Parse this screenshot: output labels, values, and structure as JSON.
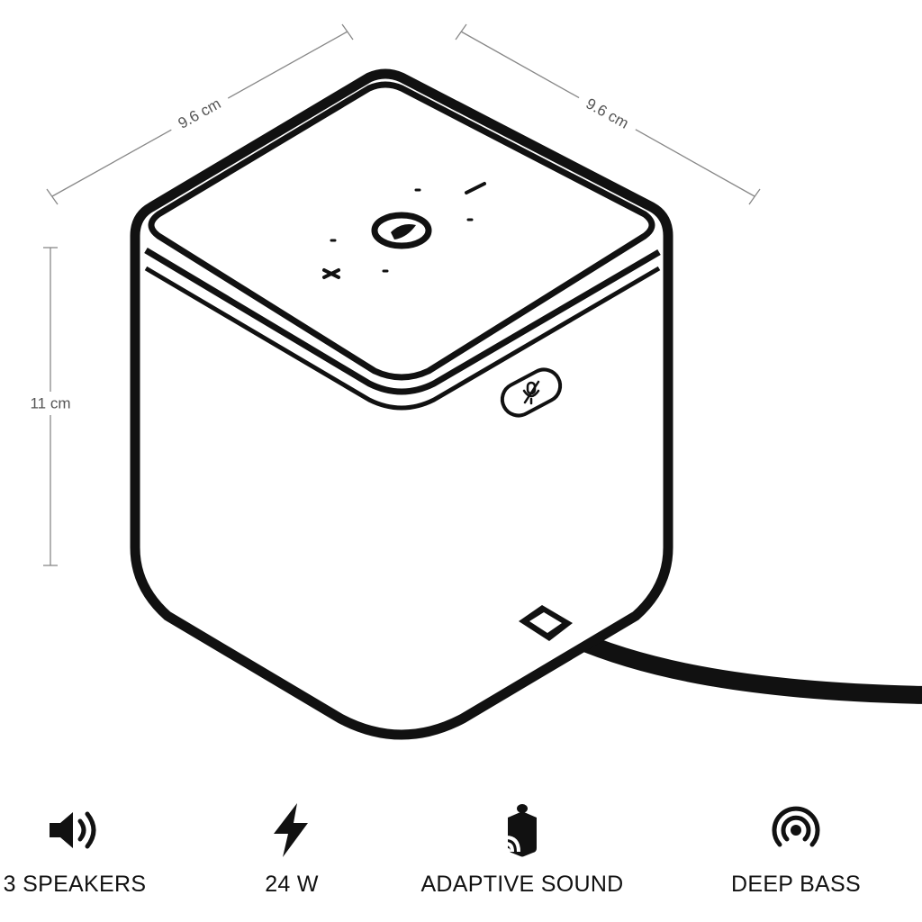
{
  "dimensions": {
    "width": "9.6 cm",
    "depth": "9.6 cm",
    "height": "11 cm"
  },
  "features": [
    {
      "icon": "speaker-volume-icon",
      "label": "3 SPEAKERS"
    },
    {
      "icon": "lightning-bolt-icon",
      "label": "24 W"
    },
    {
      "icon": "adaptive-sound-icon",
      "label": "ADAPTIVE SOUND"
    },
    {
      "icon": "deep-bass-icon",
      "label": "DEEP BASS"
    }
  ],
  "colors": {
    "outline": "#111111",
    "dimension_line": "#888888",
    "background": "#ffffff"
  }
}
